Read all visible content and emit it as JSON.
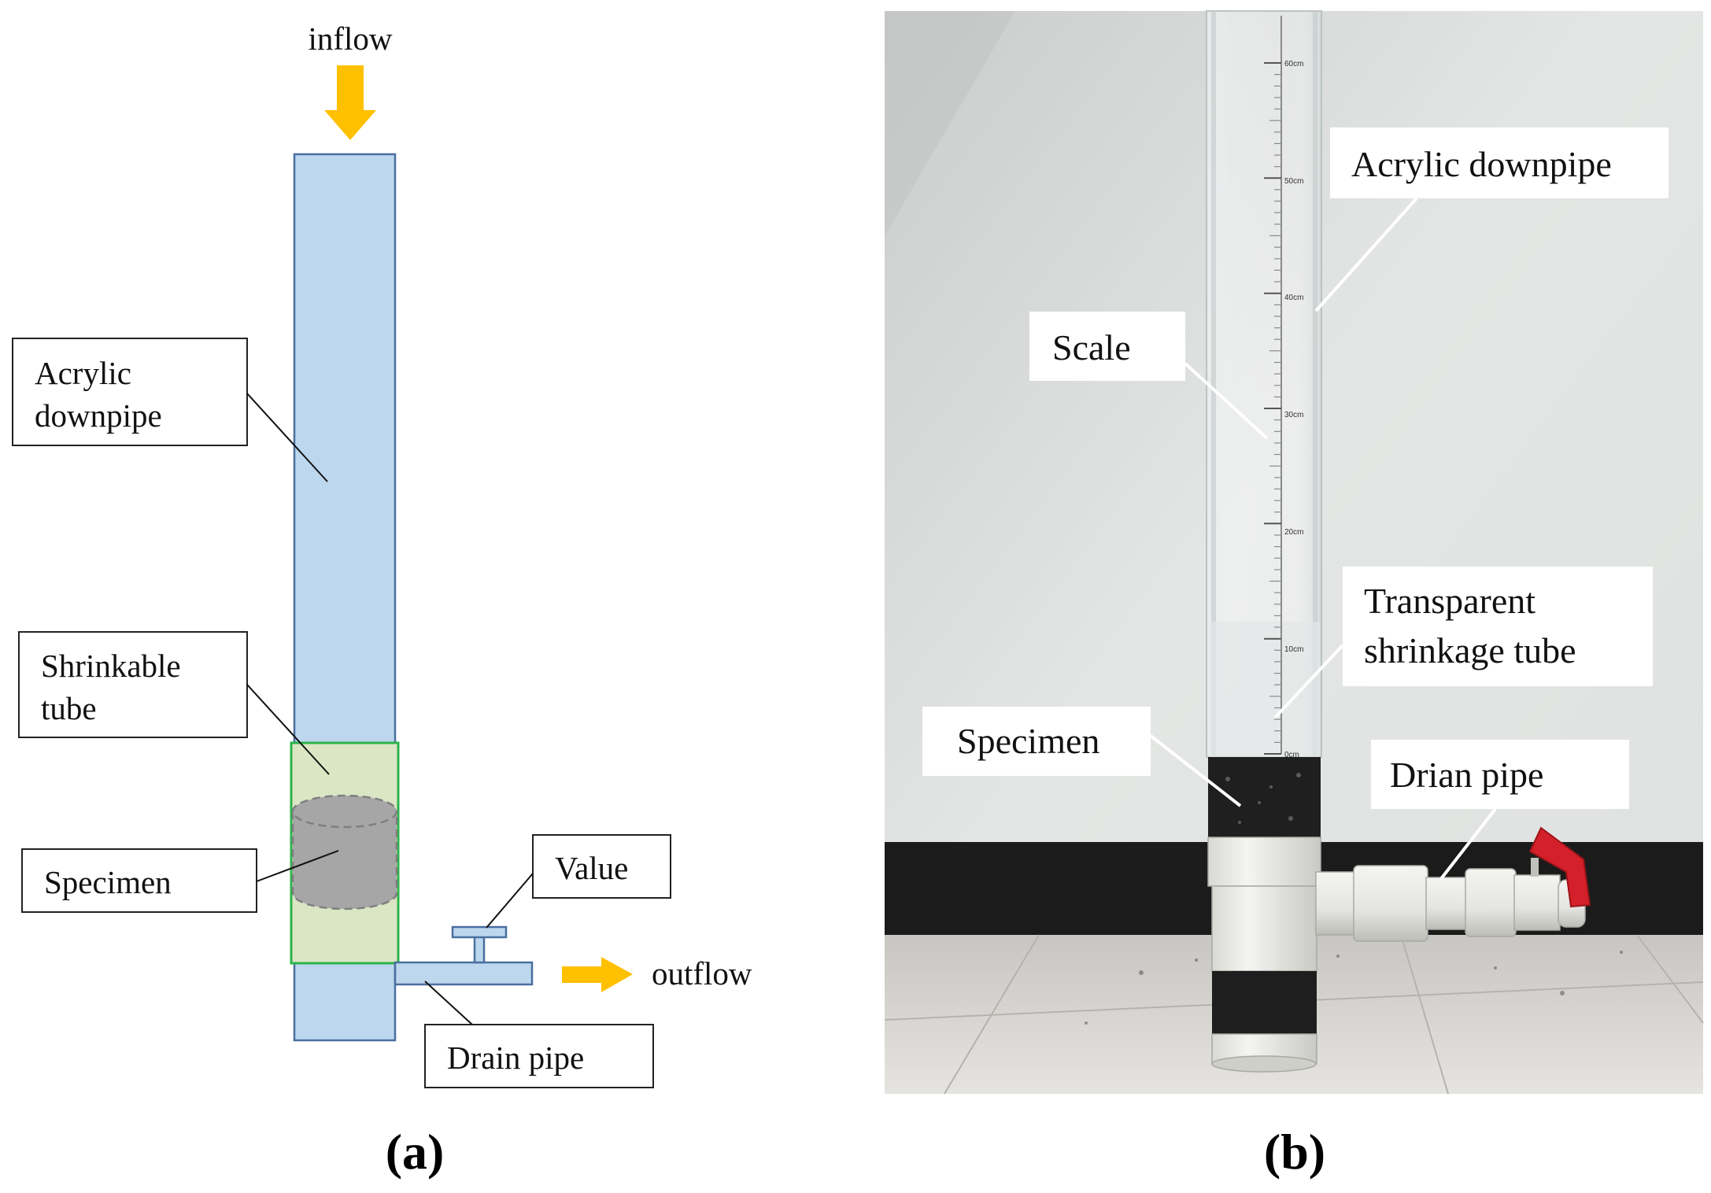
{
  "panel_a": {
    "label": "(a)",
    "inflow": "inflow",
    "outflow": "outflow",
    "acrylic_line1": "Acrylic",
    "acrylic_line2": "downpipe",
    "shrink_line1": "Shrinkable",
    "shrink_line2": "tube",
    "specimen": "Specimen",
    "valve": "Value",
    "drain": "Drain pipe",
    "colors": {
      "pipe": "#bdd7ee",
      "pipe_stroke": "#4a6fa0",
      "shrink_tube": "#dbe6c4",
      "shrink_stroke": "#2db34a",
      "specimen": "#a6a6a6",
      "arrow": "#ffc000"
    }
  },
  "panel_b": {
    "label": "(b)",
    "acrylic": "Acrylic downpipe",
    "scale": "Scale",
    "transparent_line1": "Transparent",
    "transparent_line2": "shrinkage tube",
    "specimen": "Specimen",
    "drain": "Drian pipe",
    "scale_marks": [
      "60cm",
      "50cm",
      "40cm",
      "30cm",
      "20cm",
      "10cm",
      "0cm"
    ]
  }
}
